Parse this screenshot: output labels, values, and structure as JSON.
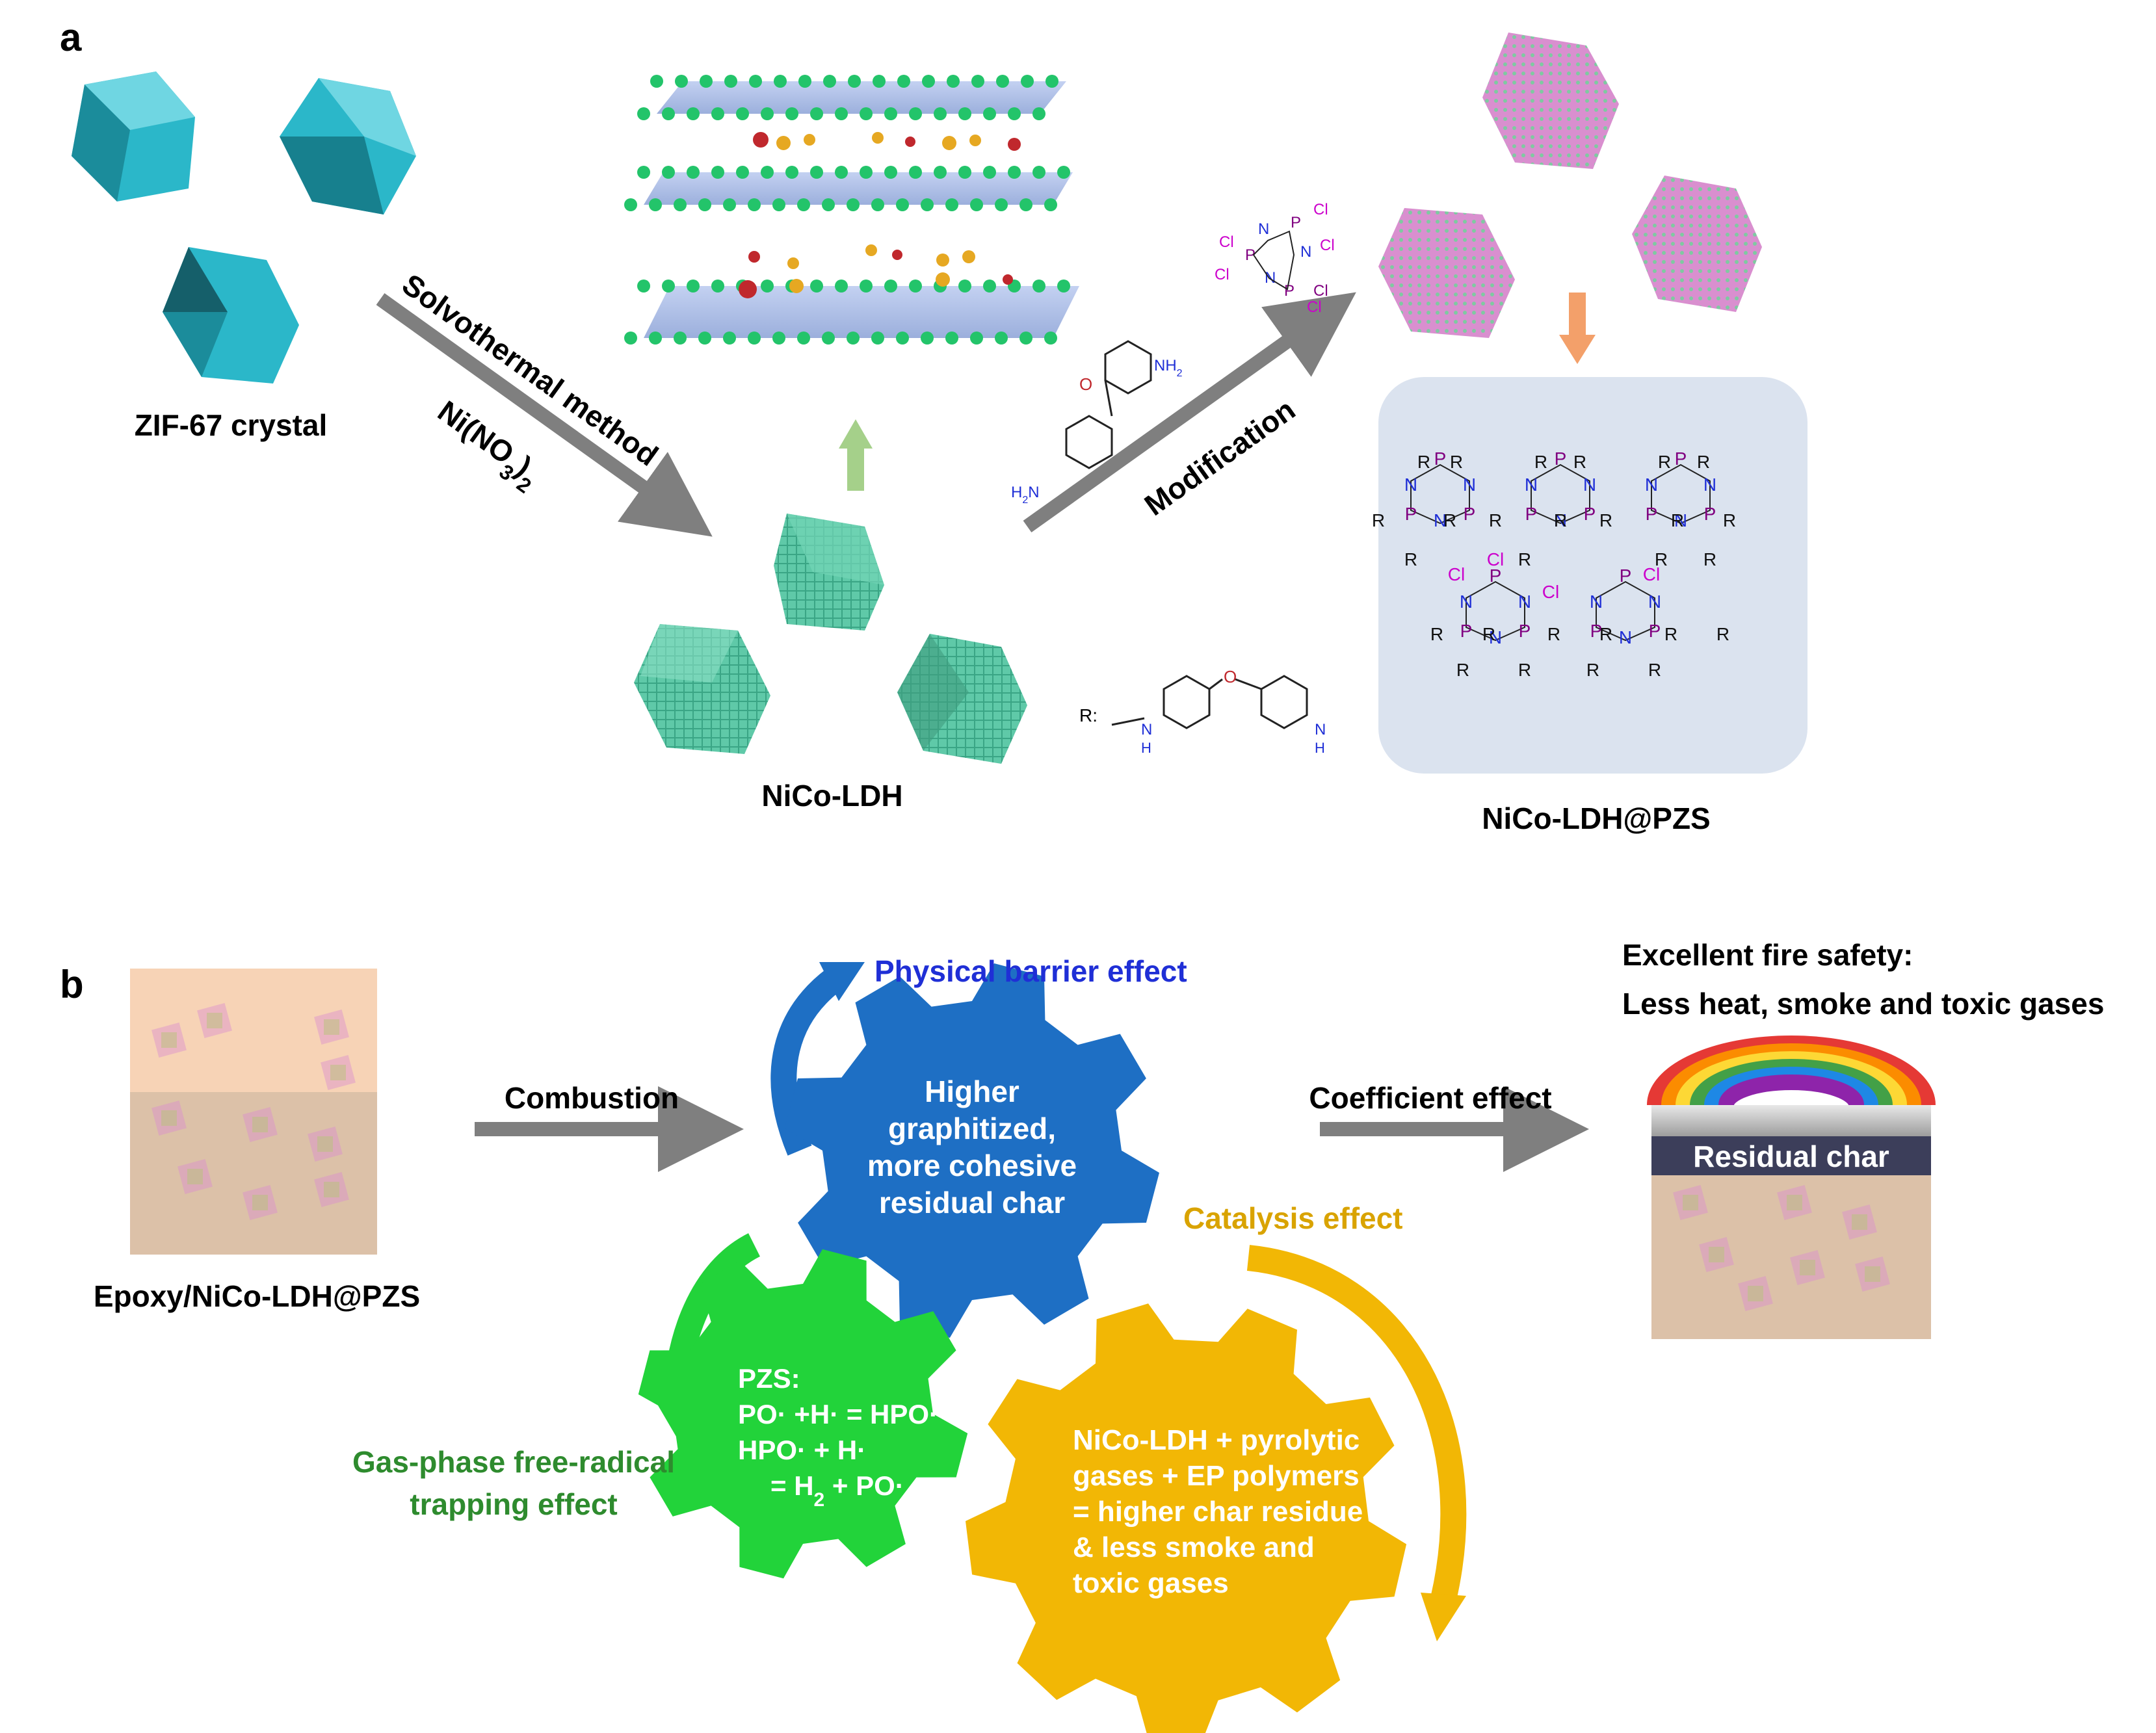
{
  "panel_a": {
    "label": "a",
    "zif_caption": "ZIF-67 crystal",
    "step1_text": "Solvothermal method",
    "step1_reagent": "Ni(NO",
    "step1_reagent_sub": "3",
    "step1_reagent_close": ")",
    "step1_reagent_sub2": "2",
    "ldh_caption": "NiCo-LDH",
    "step2_text": "Modification",
    "product_caption": "NiCo-LDH@PZS",
    "r_label": "R:",
    "atoms": {
      "P": "P",
      "N": "N",
      "Cl": "Cl",
      "R": "R",
      "O": "O",
      "H": "H",
      "NH2": "NH",
      "NH2_sub": "2",
      "H2N": "H",
      "H2N_sub": "2",
      "H2N_N": "N"
    }
  },
  "panel_b": {
    "label": "b",
    "epoxy_caption": "Epoxy/NiCo-LDH@PZS",
    "combustion": "Combustion",
    "coefficient": "Coefficient effect",
    "physical_barrier": "Physical barrier effect",
    "catalysis": "Catalysis effect",
    "gas_phase_1": "Gas-phase free-radical",
    "gas_phase_2": "trapping effect",
    "blue_gear": [
      "Higher",
      "graphitized,",
      "more cohesive",
      "residual char"
    ],
    "green_gear": {
      "l1": "PZS:",
      "l2": "PO· +H· = HPO·",
      "l3": "HPO· + H·",
      "l4a": "= H",
      "l4sub": "2",
      "l4b": " + PO·"
    },
    "yellow_gear": [
      "NiCo-LDH + pyrolytic",
      "gases + EP polymers",
      "= higher char residue",
      "& less smoke and",
      "toxic gases"
    ],
    "fire_1": "Excellent fire safety:",
    "fire_2": "Less heat, smoke and toxic gases",
    "residual_char": "Residual char"
  },
  "colors": {
    "zif": "#2bb7c9",
    "ldh": "#5fc9a8",
    "pzs": "#d98fcf",
    "blue_gear": "#1e6fc4",
    "green_gear": "#22d33a",
    "yellow_gear": "#f2b705",
    "arrow_gray": "#7f7f7f",
    "green_text": "#2e8b2e",
    "blue_text": "#1f2fd6",
    "gold_text": "#d9a300"
  }
}
